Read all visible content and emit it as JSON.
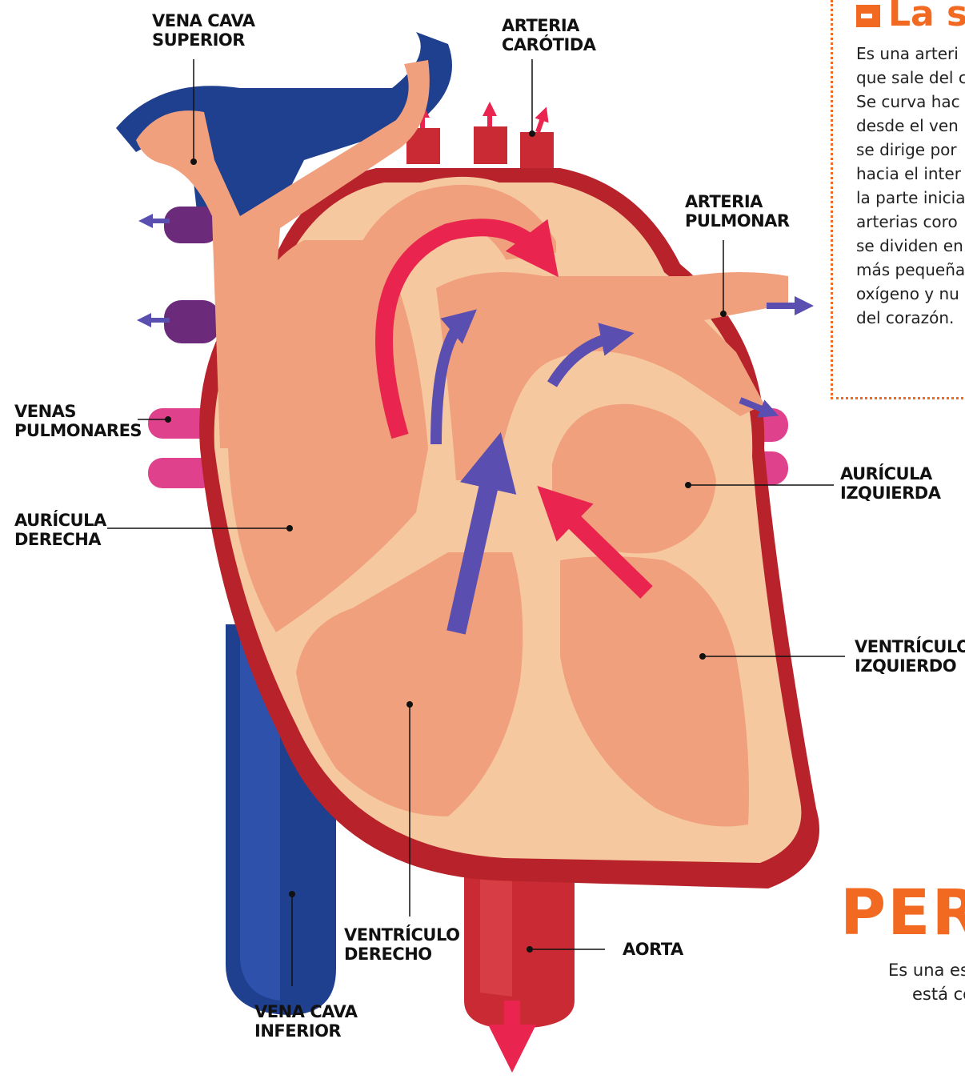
{
  "labels": {
    "vena_cava_superior": [
      "VENA CAVA",
      "SUPERIOR"
    ],
    "arteria_carotida": [
      "ARTERIA",
      "CARÓTIDA"
    ],
    "arteria_pulmonar": [
      "ARTERIA",
      "PULMONAR"
    ],
    "venas_pulmonares": [
      "VENAS",
      "PULMONARES"
    ],
    "auricula_derecha": [
      "AURÍCULA",
      "DERECHA"
    ],
    "auricula_izquierda": [
      "AURÍCULA",
      "IZQUIERDA"
    ],
    "ventriculo_izquierdo": [
      "VENTRÍCULO",
      "IZQUIERDO"
    ],
    "ventriculo_derecho": [
      "VENTRÍCULO",
      "DERECHO"
    ],
    "aorta": [
      "AORTA"
    ],
    "vena_cava_inferior": [
      "VENA CAVA",
      "INFERIOR"
    ]
  },
  "sidebox": {
    "title": "La s",
    "lines": [
      "Es una arteri",
      "que sale del c",
      "Se curva hac",
      "desde el ven",
      "se dirige por",
      "hacia el inter",
      "la parte inicia",
      "arterias coro",
      "se dividen en",
      "más pequeña",
      "oxígeno y nu",
      "del corazón."
    ]
  },
  "peri": {
    "title": "PERI",
    "lines": [
      "Es una es",
      "está co"
    ]
  },
  "colors": {
    "accent": "#f26a21",
    "oxygenated": "#e8244f",
    "deoxygenated": "#5a4fb0",
    "vein_blue": "#1f3f8f",
    "wall": "#f6c8a0",
    "chamber": "#f0a07c",
    "muscle": "#c0222b"
  }
}
